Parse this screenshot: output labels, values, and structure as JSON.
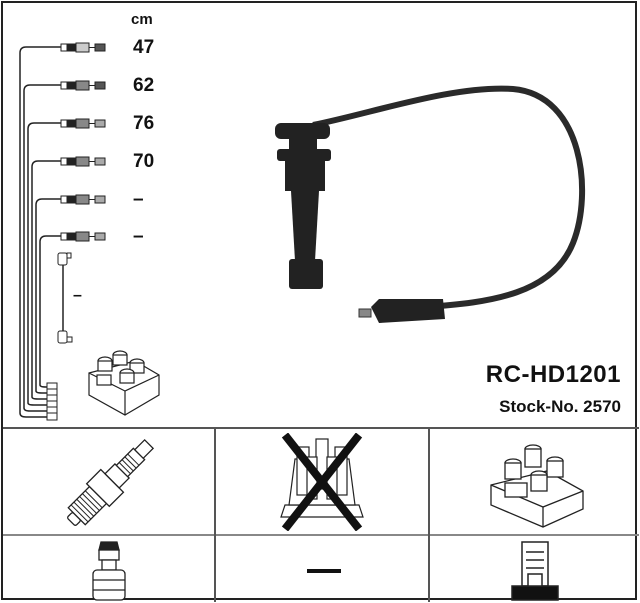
{
  "product": {
    "part_number": "RC-HD1201",
    "stock_label": "Stock-No. 2570"
  },
  "lengths": {
    "unit": "cm",
    "cables": [
      "47",
      "62",
      "76",
      "70",
      "–",
      "–"
    ],
    "extra_cable": "–"
  },
  "compatibility": {
    "spark_plug": "spark-plug-icon",
    "distributor_cap": "distributor-cap-icon-crossed",
    "ignition_coil": "ignition-coil-icon",
    "plug_connector": "plug-terminal-icon",
    "middle_value": "–",
    "coil_connector": "coil-terminal-icon"
  }
}
